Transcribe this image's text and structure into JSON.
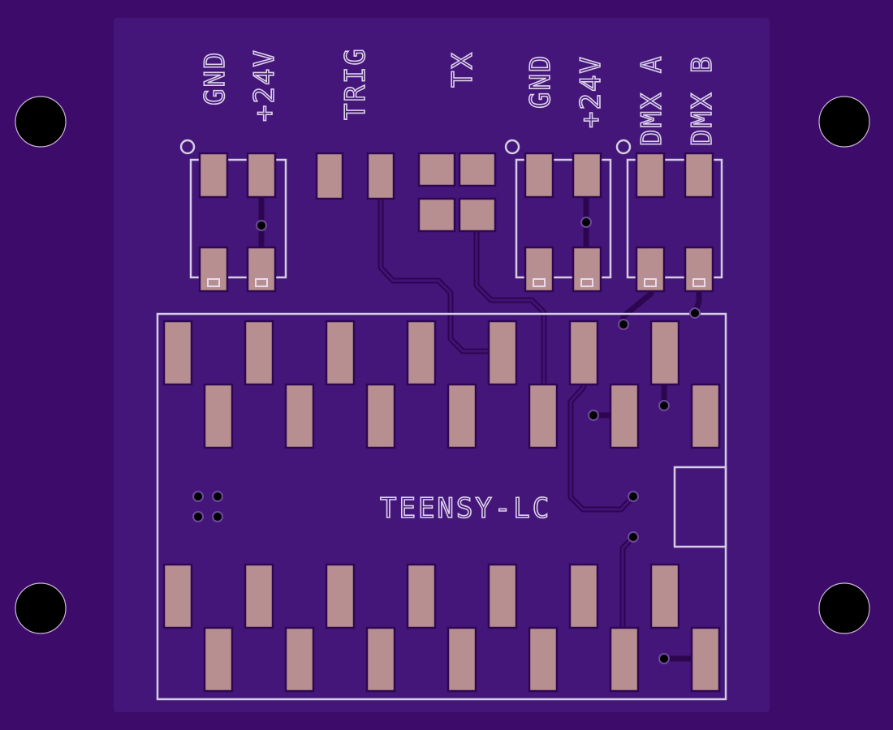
{
  "colors": {
    "board_outer": "#3d0c6a",
    "board_inner": "#44167a",
    "pad": "#b88f90",
    "silkscreen": "#d6cce4",
    "trace": "#2c0750",
    "drill": "#000000"
  },
  "labels": {
    "gnd_1": "GND",
    "v24_1": "+24V",
    "trig": "TRIG",
    "tx": "TX",
    "gnd_2": "GND",
    "v24_2": "+24V",
    "dmx_a": "DMX A",
    "dmx_b": "DMX B",
    "module": "TEENSY-LC"
  }
}
